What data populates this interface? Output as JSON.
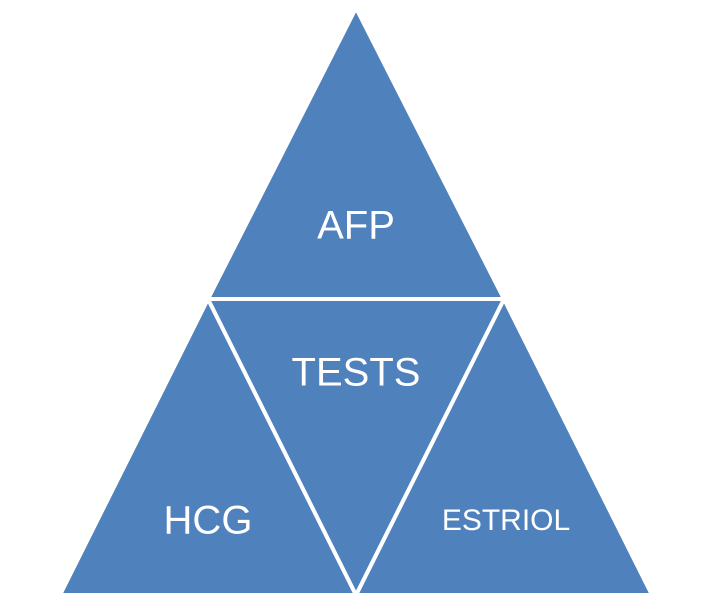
{
  "diagram": {
    "type": "triangle-pyramid",
    "fill_color": "#4f81bd",
    "line_color": "#ffffff",
    "segments": {
      "top": {
        "label": "AFP"
      },
      "center": {
        "label": "TESTS"
      },
      "bottom_left": {
        "label": "HCG"
      },
      "bottom_right": {
        "label": "ESTRIOL"
      }
    }
  }
}
